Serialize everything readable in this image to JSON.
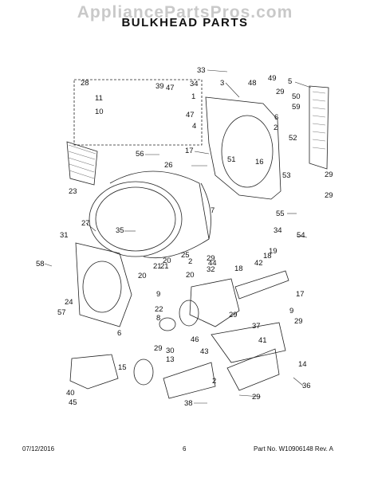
{
  "watermark": "AppliancePartsPros.com",
  "title": "BULKHEAD PARTS",
  "footer": {
    "date": "07/12/2016",
    "page": "6",
    "part_no": "Part No. W10906148 Rev. A"
  },
  "callouts": [
    "33",
    "3",
    "48",
    "49",
    "5",
    "28",
    "39",
    "47",
    "34",
    "1",
    "11",
    "10",
    "47",
    "4",
    "29",
    "50",
    "59",
    "6",
    "2",
    "52",
    "17",
    "56",
    "51",
    "16",
    "26",
    "23",
    "53",
    "29",
    "29",
    "55",
    "54",
    "27",
    "35",
    "7",
    "31",
    "2",
    "20",
    "21",
    "25",
    "34",
    "9",
    "19",
    "18",
    "58",
    "29",
    "32",
    "20",
    "18",
    "42",
    "21",
    "20",
    "44",
    "17",
    "22",
    "24",
    "57",
    "6",
    "8",
    "9",
    "29",
    "29",
    "46",
    "37",
    "43",
    "41",
    "29",
    "30",
    "15",
    "13",
    "14",
    "36",
    "40",
    "45",
    "2",
    "29",
    "38",
    "2"
  ]
}
